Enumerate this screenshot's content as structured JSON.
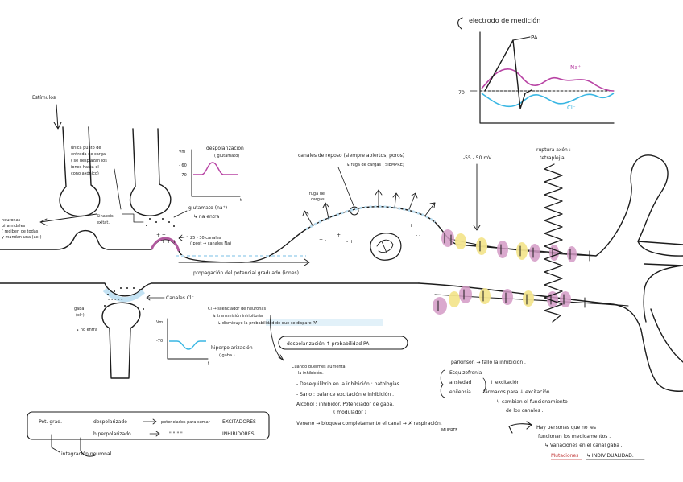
{
  "colors": {
    "ink": "#1c1c1c",
    "membrane_pink": "#b15a9e",
    "pink_patch": "#d39ac5",
    "yellow_patch": "#f3e58e",
    "blue_shade": "#bcdff2",
    "cyan_trace": "#38b6e3",
    "pink_trace": "#b843a4"
  },
  "top_right_graph": {
    "title": "electrodo de medición",
    "pa_label": "PA",
    "na_label": "Na⁺",
    "cl_label": "Cl⁻",
    "y_tick": "-70"
  },
  "left_synapse": {
    "estimulos": "Estímulos",
    "unica_punto": [
      "única punto de",
      "entrada de carga",
      "( se desplazan los",
      "iones hasta el",
      "cono axónico)"
    ],
    "neuronas": [
      "neuronas",
      "piramidales",
      "( reciben de todas",
      "y mandan una (ax))"
    ],
    "sinapsis": [
      "Sinapsis",
      "exitat."
    ],
    "glutamato": [
      "glutamato (na⁺)",
      "↳ na entra"
    ],
    "na_range": [
      "25 - 30 canales",
      "( post → canales Na)"
    ]
  },
  "small_graph_depol": {
    "title": [
      "despolarización",
      "( glutamato)"
    ],
    "vm": "Vm",
    "y1": "- 60",
    "y2": "- 70",
    "t": "t"
  },
  "gaba_area": {
    "canales_cl": "Canales Cl⁻",
    "gaba": [
      "gaba",
      "(cl⁻)",
      "↳ no entra"
    ],
    "cl_notes": [
      "Cl → silenciador de neuronas",
      "↳ transmisión inhibitoria",
      "↳ disminuye la probabilidad de que se dispare  PA"
    ]
  },
  "small_graph_hiper": {
    "title": [
      "hiperpolarización",
      "( gaba )"
    ],
    "vm": "Vm",
    "y1": "-70",
    "t": "t"
  },
  "axon": {
    "propagacion": "propagación del potencial graduado (iones)",
    "canales_reposo": [
      "canales de reposo (siempre abiertos, poros)",
      "↳ fuga de cargas ( SIEMPRE)"
    ],
    "fuga": [
      "fuga de",
      "cargas"
    ],
    "mv_range": "-55 - 50 mV",
    "ruptura": [
      "ruptura axón :",
      "tetraplejia"
    ]
  },
  "depol_box": "despolarización ↑ probabilidad PA",
  "notes_left": {
    "cuando": [
      "Cuando duermes aumenta",
      "la inhibición."
    ],
    "desequilibrio": "- Desequilibrio en la inhibición : patologías",
    "sano": "- Sano : balance excitación e inhibición .",
    "alcohol": [
      "Alcohol : inhibidor. Potenciador de gaba.",
      "( modulador )"
    ],
    "veneno": [
      "Veneno → bloquea completamente el canal → ✗ respiración.",
      "MUERTE"
    ]
  },
  "notes_right": {
    "parkinson": "parkinson → fallo la inhibición .",
    "esquizo": "Esquizofrenia",
    "ansiedad": "ansiedad",
    "epilepsia": "epilepsia",
    "excitacion": "↑ excitación",
    "farmacos": [
      "fármacos para ↓ excitación",
      "↳ cambian el funcionamiento",
      "de los canales ."
    ]
  },
  "bottom_box": {
    "pot": "- Pot. grad.",
    "depol": "despolarizado",
    "pot_sum": "potenciados para sumar",
    "excit": "EXCITADORES",
    "hiper": "hiperpolarizado",
    "ditto": "\"    \"    \"    \"",
    "inhib": "INHIBIDORES",
    "integracion": "integración neuronal"
  },
  "bottom_right": {
    "hay": [
      "Hay personas que no les",
      "funcionan los medicamentos ."
    ],
    "variaciones": "↳ Variaciones en el canal gaba .",
    "mutaciones": "Mutaciones",
    "individualidad": "↳ INDIVIDUALIDAD."
  }
}
